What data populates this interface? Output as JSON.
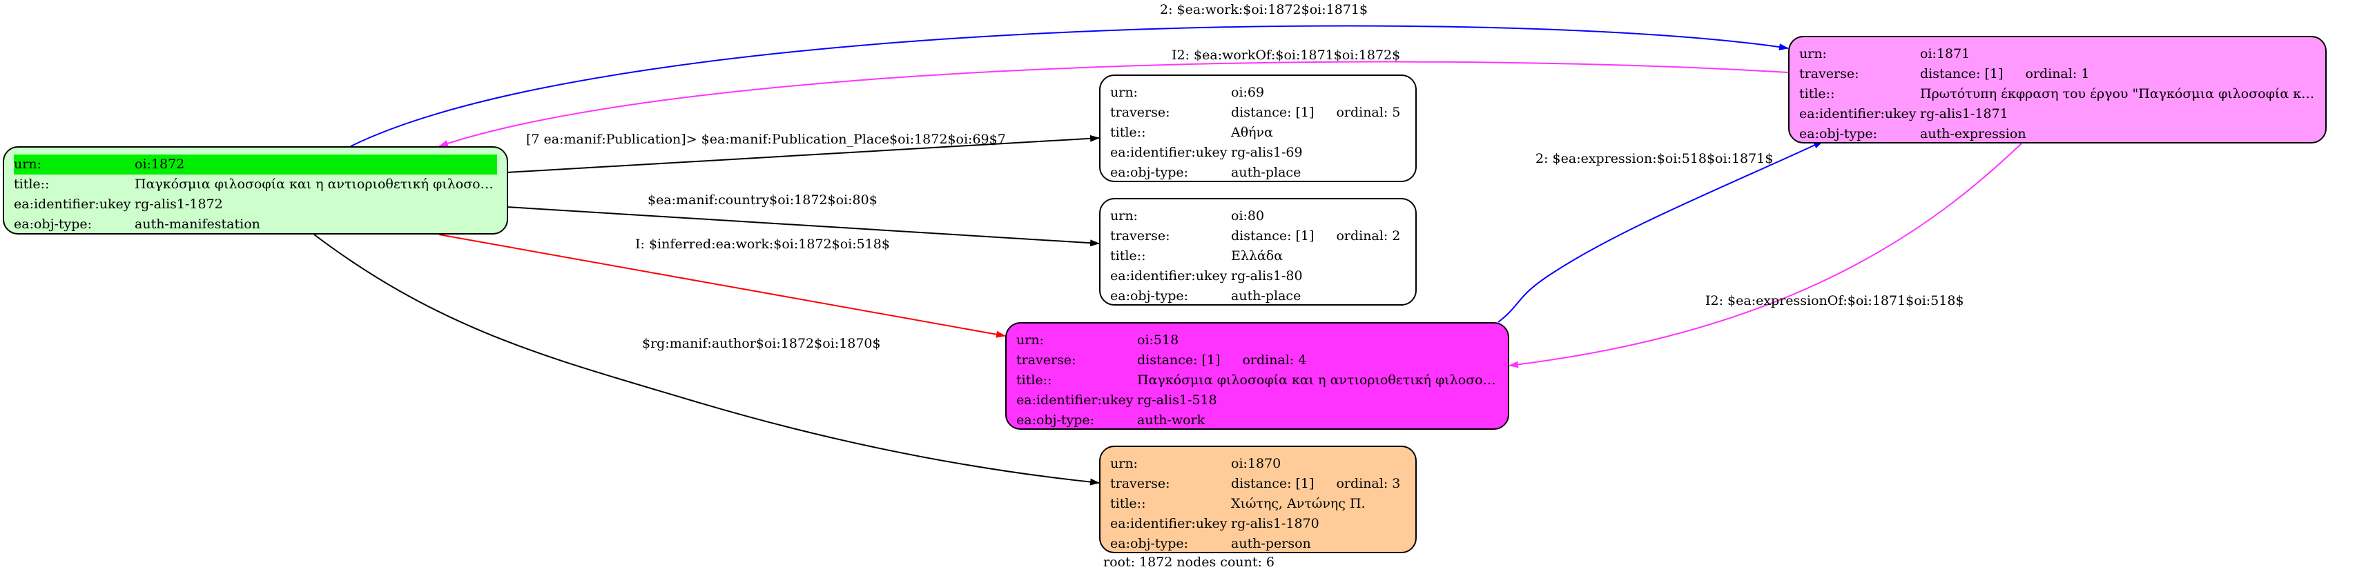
{
  "colors": {
    "root_fill": "#ccffcc",
    "root_highlight": "#00ee00",
    "expression_fill": "#ff99ff",
    "work_fill": "#ff33ff",
    "person_fill": "#ffcc99",
    "place_fill": "#ffffff",
    "edge_black": "#000000",
    "edge_blue": "#0000ff",
    "edge_magenta": "#ff33ff",
    "edge_red": "#ff0000"
  },
  "nodes": {
    "root": {
      "rows": [
        {
          "k": "urn:",
          "v": "oi:1872"
        },
        {
          "k": "title::",
          "v": "Παγκόσμια φιλοσοφία και η αντιοριοθετική φιλοσοφία"
        },
        {
          "k": "ea:identifier:ukey",
          "v": "rg-alis1-1872"
        },
        {
          "k": "ea:obj-type:",
          "v": "auth-manifestation"
        }
      ]
    },
    "oi1871": {
      "rows": [
        {
          "k": "urn:",
          "v": "oi:1871"
        },
        {
          "k": "traverse:",
          "v": "distance: [1]",
          "sub": "ordinal: 1"
        },
        {
          "k": "title::",
          "v": "Πρωτότυπη έκφραση του έργου \"Παγκόσμια φιλοσοφία και η αντ..."
        },
        {
          "k": "ea:identifier:ukey",
          "v": "rg-alis1-1871"
        },
        {
          "k": "ea:obj-type:",
          "v": "auth-expression"
        }
      ]
    },
    "oi69": {
      "rows": [
        {
          "k": "urn:",
          "v": "oi:69"
        },
        {
          "k": "traverse:",
          "v": "distance: [1]",
          "sub": "ordinal: 5"
        },
        {
          "k": "title::",
          "v": "Αθήνα"
        },
        {
          "k": "ea:identifier:ukey",
          "v": "rg-alis1-69"
        },
        {
          "k": "ea:obj-type:",
          "v": "auth-place"
        }
      ]
    },
    "oi80": {
      "rows": [
        {
          "k": "urn:",
          "v": "oi:80"
        },
        {
          "k": "traverse:",
          "v": "distance: [1]",
          "sub": "ordinal: 2"
        },
        {
          "k": "title::",
          "v": "Ελλάδα"
        },
        {
          "k": "ea:identifier:ukey",
          "v": "rg-alis1-80"
        },
        {
          "k": "ea:obj-type:",
          "v": "auth-place"
        }
      ]
    },
    "oi518": {
      "rows": [
        {
          "k": "urn:",
          "v": "oi:518"
        },
        {
          "k": "traverse:",
          "v": "distance: [1]",
          "sub": "ordinal: 4"
        },
        {
          "k": "title::",
          "v": "Παγκόσμια φιλοσοφία και η αντιοριοθετική φιλοσοφία"
        },
        {
          "k": "ea:identifier:ukey",
          "v": "rg-alis1-518"
        },
        {
          "k": "ea:obj-type:",
          "v": "auth-work"
        }
      ]
    },
    "oi1870": {
      "rows": [
        {
          "k": "urn:",
          "v": "oi:1870"
        },
        {
          "k": "traverse:",
          "v": "distance: [1]",
          "sub": "ordinal: 3"
        },
        {
          "k": "title::",
          "v": "Χιώτης, Αντώνης Π."
        },
        {
          "k": "ea:identifier:ukey",
          "v": "rg-alis1-1870"
        },
        {
          "k": "ea:obj-type:",
          "v": "auth-person"
        }
      ]
    }
  },
  "edges": {
    "work": "2: $ea:work:$oi:1872$oi:1871$",
    "workOf": "I2: $ea:workOf:$oi:1871$oi:1872$",
    "publication_place": "[7 ea:manif:Publication]> $ea:manif:Publication_Place$oi:1872$oi:69$7",
    "country": "$ea:manif:country$oi:1872$oi:80$",
    "inferred_work": "I: $inferred:ea:work:$oi:1872$oi:518$",
    "author": "$rg:manif:author$oi:1872$oi:1870$",
    "expression": "2: $ea:expression:$oi:518$oi:1871$",
    "expressionOf": "I2: $ea:expressionOf:$oi:1871$oi:518$"
  },
  "footer": "root: 1872 nodes count: 6"
}
